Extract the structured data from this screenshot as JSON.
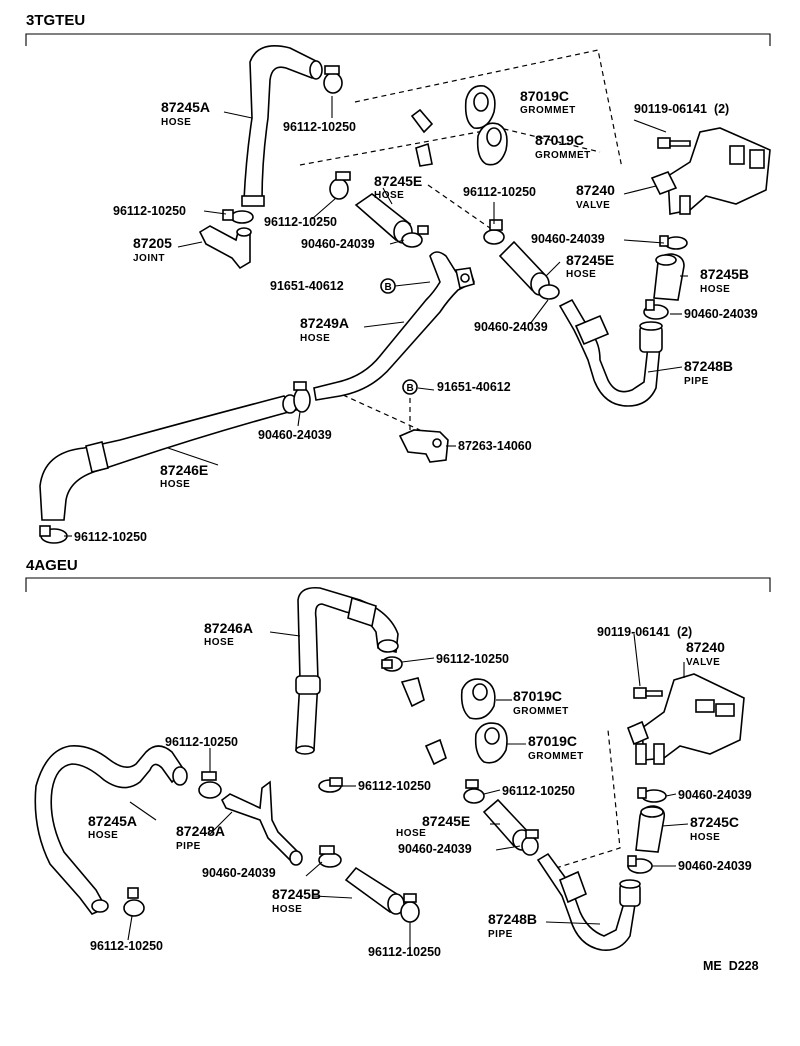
{
  "sections": {
    "top": {
      "title": "3TGTEU"
    },
    "bottom": {
      "title": "4AGEU"
    }
  },
  "footer_ref": "ME  D228",
  "top": {
    "h87245A": {
      "num": "87245A",
      "sub": "HOSE"
    },
    "clamp_96112_a": "96112-10250",
    "clamp_96112_b": "96112-10250",
    "clamp_96112_c": "96112-10250",
    "clamp_96112_d": "96112-10250",
    "clamp_96112_e": "96112-10250",
    "j87205": {
      "num": "87205",
      "sub": "JOINT"
    },
    "g87019C_1": {
      "num": "87019C",
      "sub": "GROMMET"
    },
    "g87019C_2": {
      "num": "87019C",
      "sub": "GROMMET"
    },
    "bolt_90119": "90119-06141  (2)",
    "v87240": {
      "num": "87240",
      "sub": "VALVE"
    },
    "h87245E_1": {
      "num": "87245E",
      "sub": "HOSE"
    },
    "h87245E_2": {
      "num": "87245E",
      "sub": "HOSE"
    },
    "clip_90460_a": "90460-24039",
    "clip_90460_b": "90460-24039",
    "clip_90460_c": "90460-24039",
    "clip_90460_d": "90460-24039",
    "clip_90460_e": "90460-24039",
    "bolt_91651_a": "91651-40612",
    "bolt_91651_b": "91651-40612",
    "callout_b1": "B",
    "callout_b2": "B",
    "h87249A": {
      "num": "87249A",
      "sub": "HOSE"
    },
    "h87245B": {
      "num": "87245B",
      "sub": "HOSE"
    },
    "p87248B": {
      "num": "87248B",
      "sub": "PIPE"
    },
    "h87246E": {
      "num": "87246E",
      "sub": "HOSE"
    },
    "bracket_87263": "87263-14060"
  },
  "bottom": {
    "h87246A": {
      "num": "87246A",
      "sub": "HOSE"
    },
    "clamp_96112_a": "96112-10250",
    "clamp_96112_b": "96112-10250",
    "clamp_96112_c": "96112-10250",
    "clamp_96112_d": "96112-10250",
    "clamp_96112_e": "96112-10250",
    "clamp_96112_f": "96112-10250",
    "g87019C_1": {
      "num": "87019C",
      "sub": "GROMMET"
    },
    "g87019C_2": {
      "num": "87019C",
      "sub": "GROMMET"
    },
    "bolt_90119": "90119-06141  (2)",
    "v87240": {
      "num": "87240",
      "sub": "VALVE"
    },
    "h87245A": {
      "num": "87245A",
      "sub": "HOSE"
    },
    "p87248A": {
      "num": "87248A",
      "sub": "PIPE"
    },
    "h87245E": {
      "num": "87245E",
      "sub": "HOSE"
    },
    "h87245C": {
      "num": "87245C",
      "sub": "HOSE"
    },
    "h87245B": {
      "num": "87245B",
      "sub": "HOSE"
    },
    "p87248B": {
      "num": "87248B",
      "sub": "PIPE"
    },
    "clip_90460_a": "90460-24039",
    "clip_90460_b": "90460-24039",
    "clip_90460_c": "90460-24039",
    "clip_90460_d": "90460-24039"
  }
}
